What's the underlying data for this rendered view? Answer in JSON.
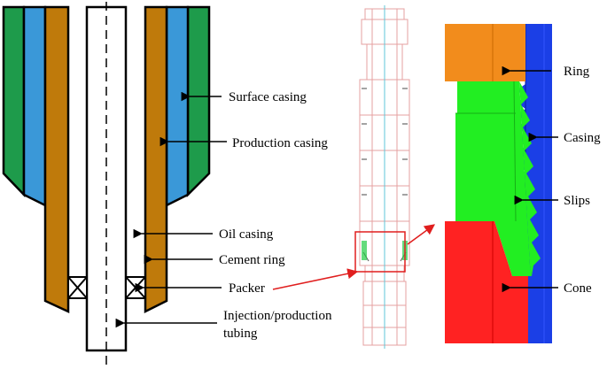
{
  "labels": {
    "surface_casing": "Surface casing",
    "production_casing": "Production casing",
    "oil_casing": "Oil casing",
    "cement_ring": "Cement ring",
    "packer": "Packer",
    "tubing_line1": "Injection/production",
    "tubing_line2": "tubing",
    "ring": "Ring",
    "casing": "Casing",
    "slips": "Slips",
    "cone": "Cone"
  },
  "colors": {
    "surface_casing": "#1e9b4b",
    "production_casing": "#3a98d8",
    "oil_casing": "#bf7a0b",
    "ring": "#f28c1c",
    "slips": "#22ee22",
    "cone": "#ff2222",
    "outer_casing": "#1b3fe6",
    "highlight": "#e01e1e",
    "tool_outline": "#e6a0a0"
  },
  "icons": {
    "packer_symbol": "x-box-icon",
    "zoom_arrow": "arrow-right-icon"
  }
}
